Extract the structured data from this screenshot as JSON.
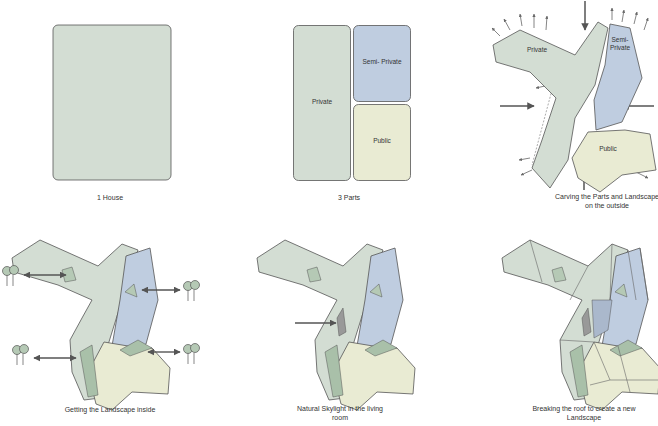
{
  "diagram": {
    "nodes": [
      {
        "text": [
          "Private"
        ]
      },
      {
        "text": [
          "Semi- Private"
        ]
      },
      {
        "text": [
          "Public"
        ]
      },
      {
        "text": [
          "Private"
        ]
      },
      {
        "text": [
          "Semi- Private"
        ]
      },
      {
        "text": [
          "Public"
        ]
      }
    ],
    "labels": [
      "1 House",
      "3 Parts",
      "Carving the Parts and Landscape on the outside",
      "Getting the Landscape inside",
      "Natural Skylight in the living room",
      "Breaking the roof to create a new Landscape"
    ]
  }
}
